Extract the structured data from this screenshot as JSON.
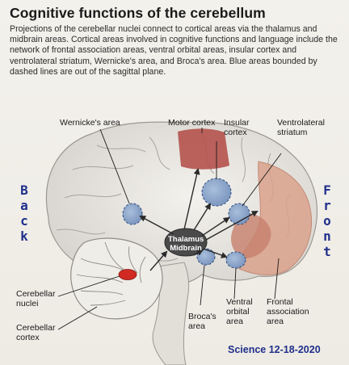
{
  "figure": {
    "title": "Cognitive functions of the cerebellum",
    "caption": "Projections of the cerebellar nuclei connect to cortical areas via the thalamus and midbrain areas. Cortical areas involved in cognitive functions and language include the network of frontal association areas, ventral orbital areas, insular cortex and ventrolateral striatum, Wernicke's area, and Broca's area. Blue areas bounded by dashed lines are out of the sagittal plane."
  },
  "labels": {
    "wernicke": "Wernicke's area",
    "motor": "Motor cortex",
    "insular": [
      "Insular",
      "cortex"
    ],
    "ventrolateral": [
      "Ventrolateral",
      "striatum"
    ],
    "thalamus": [
      "Thalamus",
      "Midbrain"
    ],
    "cerebellar_nuclei": [
      "Cerebellar",
      "nuclei"
    ],
    "cerebellar_cortex": [
      "Cerebellar",
      "cortex"
    ],
    "broca": [
      "Broca's",
      "area"
    ],
    "ventral_orbital": [
      "Ventral",
      "orbital",
      "area"
    ],
    "frontal_association": [
      "Frontal",
      "association",
      "area"
    ]
  },
  "annotations": {
    "back": "Back",
    "front": "Front",
    "credit": "Science 12-18-2020"
  },
  "colors": {
    "red_region": "#b5524d",
    "blue_region": "#8ea7c9",
    "salmon_region": "#d9a28c",
    "handwritten_blue": "#1f2f8a",
    "nuclei_red": "#d12a22"
  }
}
